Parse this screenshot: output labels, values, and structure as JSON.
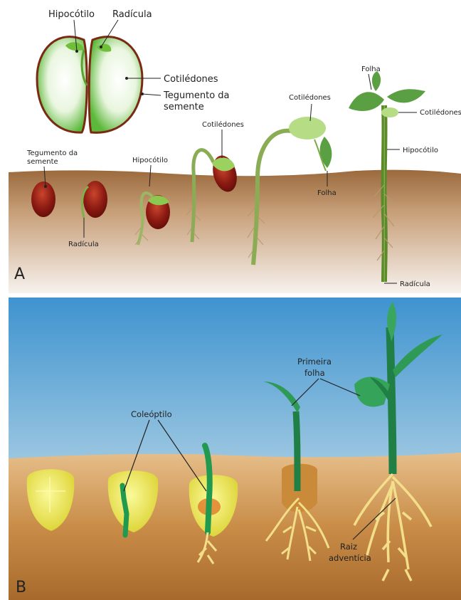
{
  "panel_a": {
    "letter": "A",
    "seed_labels": {
      "hypocotyl": "Hipocótilo",
      "radicle": "Radícula",
      "cotyledons": "Cotilédones",
      "seed_coat_line1": "Tegumento da",
      "seed_coat_line2": "semente"
    },
    "stage1": {
      "seed_coat_line1": "Tegumento da",
      "seed_coat_line2": "semente"
    },
    "stage2": {
      "radicle": "Radícula"
    },
    "stage3": {
      "hypocotyl": "Hipocótilo"
    },
    "stage4": {
      "cotyledons": "Cotilédones"
    },
    "stage5": {
      "cotyledons": "Cotilédones",
      "leaf": "Folha"
    },
    "stage6": {
      "leaf": "Folha",
      "cotyledons": "Cotilédones",
      "hypocotyl": "Hipocótilo",
      "radicle": "Radícula"
    }
  },
  "panel_b": {
    "letter": "B",
    "coleoptile": "Coleóptilo",
    "first_leaf_line1": "Primeira",
    "first_leaf_line2": "folha",
    "root_line1": "Raiz",
    "root_line2": "adventícia"
  },
  "colors": {
    "bean_red": "#8b1a12",
    "seed_green": "#6fbf3a",
    "soil_brown": "#a87642",
    "sky_blue": "#4fa3d8",
    "corn_yellow": "#f0e64a",
    "maize_green": "#2f9a55"
  }
}
